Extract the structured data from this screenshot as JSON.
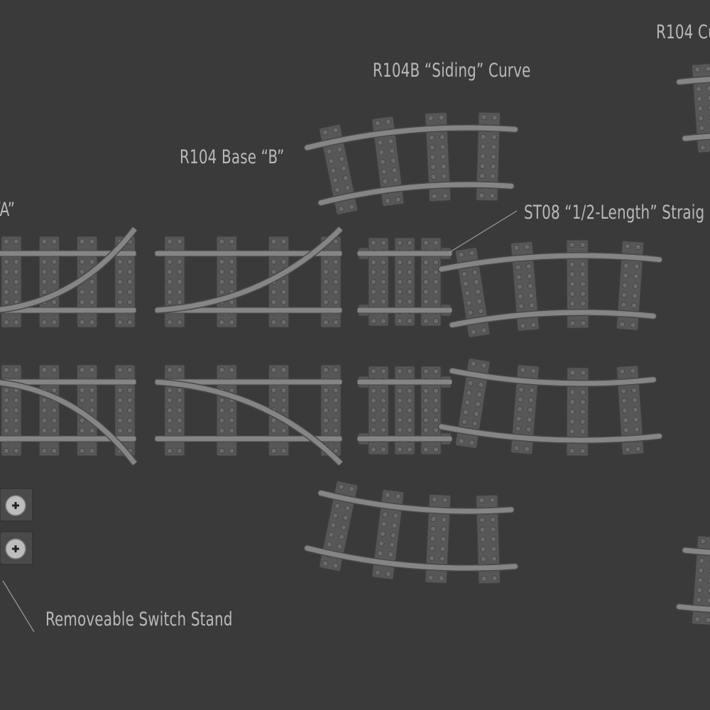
{
  "colors": {
    "background": "#3a3a3a",
    "tie": "#575757",
    "tie_edge": "#424242",
    "stud": "#6a6a6a",
    "rail": "#858585",
    "rail_edge": "#484848",
    "label": "#b9b9b9",
    "leader_line": "#9a9a9a",
    "switch_stand": "#bdbdbd"
  },
  "labels": {
    "r104_curve": "R104 Cu",
    "r104b_siding_curve": "R104B “Siding” Curve",
    "r104_base_b": "R104 Base “B”",
    "base_a": "“A”",
    "st08_half_straight": "ST08 “1/2-Length” Straig",
    "removeable_switch_stand": "Removeable Switch Stand"
  },
  "icons": [
    "switch-stand-icon",
    "track-tie-icon",
    "track-rail-icon"
  ]
}
